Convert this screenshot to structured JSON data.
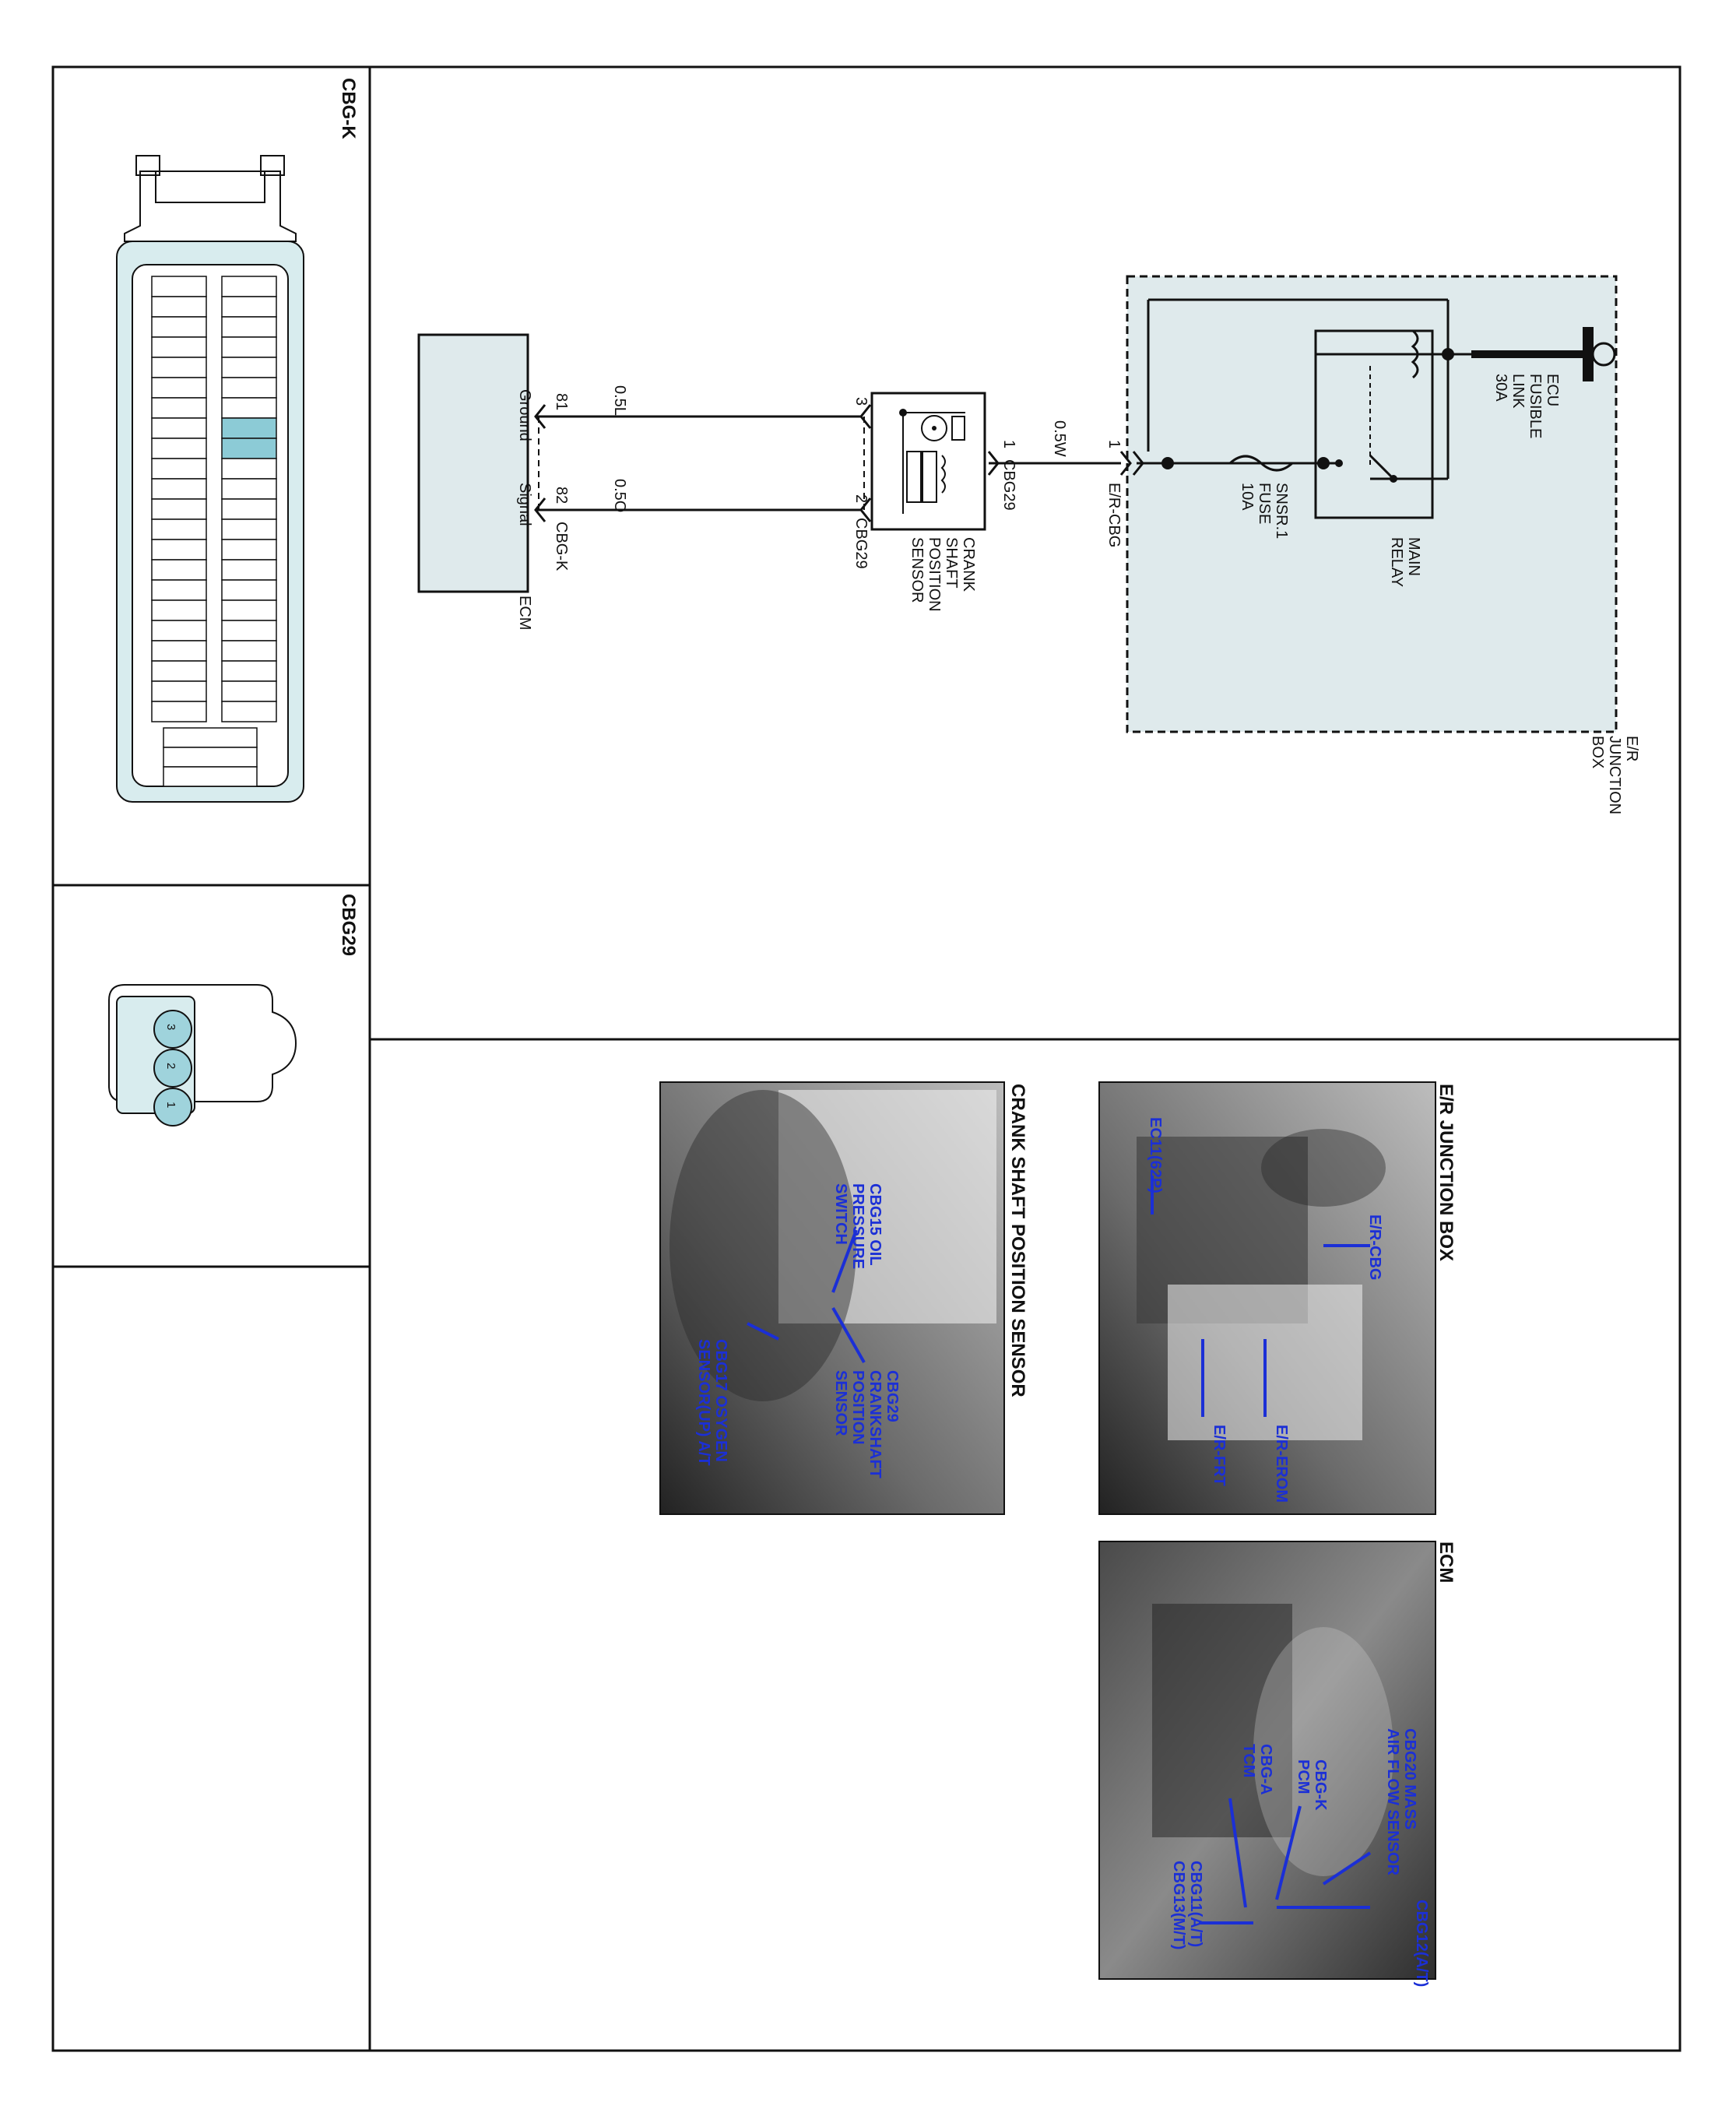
{
  "connectors": {
    "cbgk": {
      "title": "CBG-K"
    },
    "cbg29": {
      "title": "CBG29",
      "pins": [
        "3",
        "2",
        "1"
      ]
    }
  },
  "wiring": {
    "junction_box_label": [
      "E/R",
      "JUNCTION",
      "BOX"
    ],
    "main_relay_label": [
      "MAIN",
      "RELAY"
    ],
    "fusible_link_label": [
      "ECU",
      "FUSIBLE",
      "LINK",
      "30A"
    ],
    "fuse_label": [
      "SNSR.1",
      "FUSE",
      "10A"
    ],
    "er_cbg_pin": "1",
    "er_cbg_connector": "E/R-CBG",
    "wire_supply": "0.5W",
    "wire_ground": "0.5L",
    "wire_signal": "0.5O",
    "sensor_label": [
      "CRANK",
      "SHAFT",
      "POSITION",
      "SENSOR"
    ],
    "sensor_pin_1": "1",
    "sensor_pin_2": "2",
    "sensor_pin_3": "3",
    "sensor_connector": "CBG29",
    "ecm_pin_81": "81",
    "ecm_pin_82": "82",
    "ecm_connector": "CBG-K",
    "ecm_ground": "Ground",
    "ecm_signal": "Signal",
    "ecm_label": "ECM"
  },
  "photos": {
    "junction_box": {
      "title": "E/R JUNCTION BOX",
      "callouts": [
        "E/R-CBG",
        "EC11(62P)",
        "E/R-EROM",
        "E/R-FRT"
      ]
    },
    "ecm": {
      "title": "ECM",
      "callouts": [
        "CBG20 MASS",
        "AIR FLOW SENSOR",
        "CBG-K",
        "PCM",
        "CBG-A",
        "TCM",
        "CBG12(A/T)",
        "CBG11(A/T)",
        "CBG13(M/T)"
      ]
    },
    "crank": {
      "title": "CRANK SHAFT POSITION SENSOR",
      "callouts": [
        "CBG15 OIL",
        "PRESSURE",
        "SWITCH",
        "CBG29",
        "CRANKSHAFT",
        "POSITION",
        "SENSOR",
        "CBG17 OSYGEN",
        "SENSOR(UP) A/T"
      ]
    }
  },
  "colors": {
    "junction_fill": "#dfeaec",
    "connector_fill": "#d8ecee",
    "pin_circle": "#9fd3dc",
    "callout_blue": "#1b2fd6",
    "highlight_pin": "#8ccbd6"
  }
}
